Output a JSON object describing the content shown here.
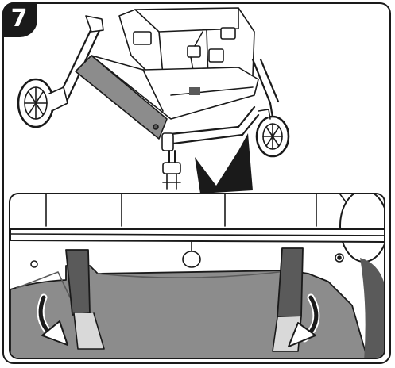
{
  "step": {
    "number": "7"
  },
  "illustration": {
    "top_view": "stroller-basket-overview",
    "detail_view": "basket-strap-detail",
    "arrow_icon": "curved-arrow-down-icon"
  },
  "colors": {
    "line": "#1a1a1a",
    "badge": "#1a1a1a",
    "basket_fill": "#8c8c8c",
    "basket_dark": "#5a5a5a",
    "light_gray": "#d9d9d9",
    "white": "#ffffff"
  }
}
